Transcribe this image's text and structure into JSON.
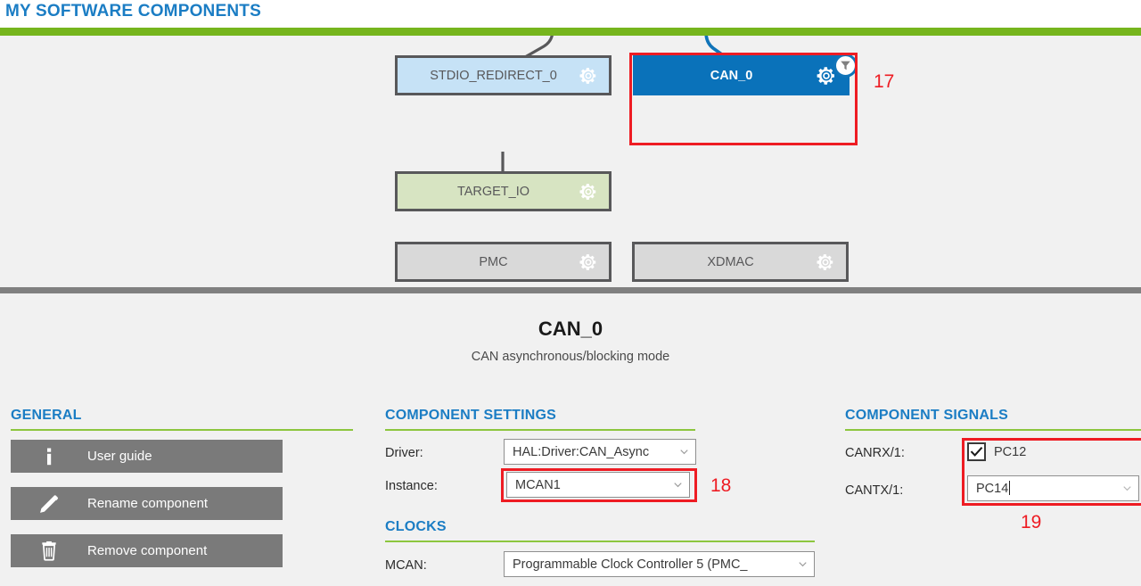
{
  "header": {
    "title": "MY SOFTWARE COMPONENTS",
    "title_color": "#1b7dc4",
    "accent_bar_color": "#76b51d"
  },
  "diagram": {
    "components": [
      {
        "id": "stdio",
        "label": "STDIO_REDIRECT_0",
        "fill": "#c6e2f6",
        "state": "normal",
        "gear": "gear-icon"
      },
      {
        "id": "can",
        "label": "CAN_0",
        "fill": "#0a72ba",
        "state": "selected",
        "gear": "gear-icon",
        "badge": "filter-icon"
      },
      {
        "id": "target",
        "label": "TARGET_IO",
        "fill": "#d7e4c2",
        "state": "normal",
        "gear": "gear-icon"
      },
      {
        "id": "pmc",
        "label": "PMC",
        "fill": "#d9d9d9",
        "state": "normal",
        "gear": "gear-icon"
      },
      {
        "id": "xdmac",
        "label": "XDMAC",
        "fill": "#d9d9d9",
        "state": "normal",
        "gear": "gear-icon"
      }
    ]
  },
  "annotations": [
    {
      "id": "a17",
      "number": "17",
      "target": "can-component-box"
    },
    {
      "id": "a18",
      "number": "18",
      "target": "instance-combo"
    },
    {
      "id": "a19",
      "number": "19",
      "target": "component-signals-fields"
    }
  ],
  "detail": {
    "title": "CAN_0",
    "subtitle": "CAN asynchronous/blocking mode",
    "general": {
      "heading": "GENERAL",
      "buttons": [
        {
          "icon": "info-icon",
          "label": "User guide"
        },
        {
          "icon": "pencil-icon",
          "label": "Rename component"
        },
        {
          "icon": "trash-icon",
          "label": "Remove component"
        }
      ]
    },
    "component_settings": {
      "heading": "COMPONENT SETTINGS",
      "rows": [
        {
          "label": "Driver:",
          "value": "HAL:Driver:CAN_Async"
        },
        {
          "label": "Instance:",
          "value": "MCAN1"
        }
      ]
    },
    "clocks": {
      "heading": "CLOCKS",
      "rows": [
        {
          "label": "MCAN:",
          "value": "Programmable Clock Controller 5 (PMC_"
        }
      ]
    },
    "component_signals": {
      "heading": "COMPONENT SIGNALS",
      "rows": [
        {
          "label": "CANRX/1:",
          "kind": "checkbox",
          "checked": true,
          "value": "PC12"
        },
        {
          "label": "CANTX/1:",
          "kind": "combo",
          "value": "PC14",
          "focused": true
        }
      ]
    }
  }
}
